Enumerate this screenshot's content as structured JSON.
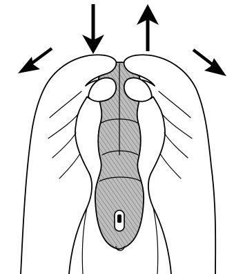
{
  "figure": {
    "subject": "hands-holding-mouse",
    "colors": {
      "line": "#000000",
      "background": "#ffffff",
      "shading": "#808080"
    },
    "arrows": [
      {
        "id": "down",
        "direction": "down"
      },
      {
        "id": "up",
        "direction": "up"
      },
      {
        "id": "left-diagonal",
        "direction": "down-left"
      },
      {
        "id": "right-diagonal",
        "direction": "down-right"
      }
    ]
  }
}
